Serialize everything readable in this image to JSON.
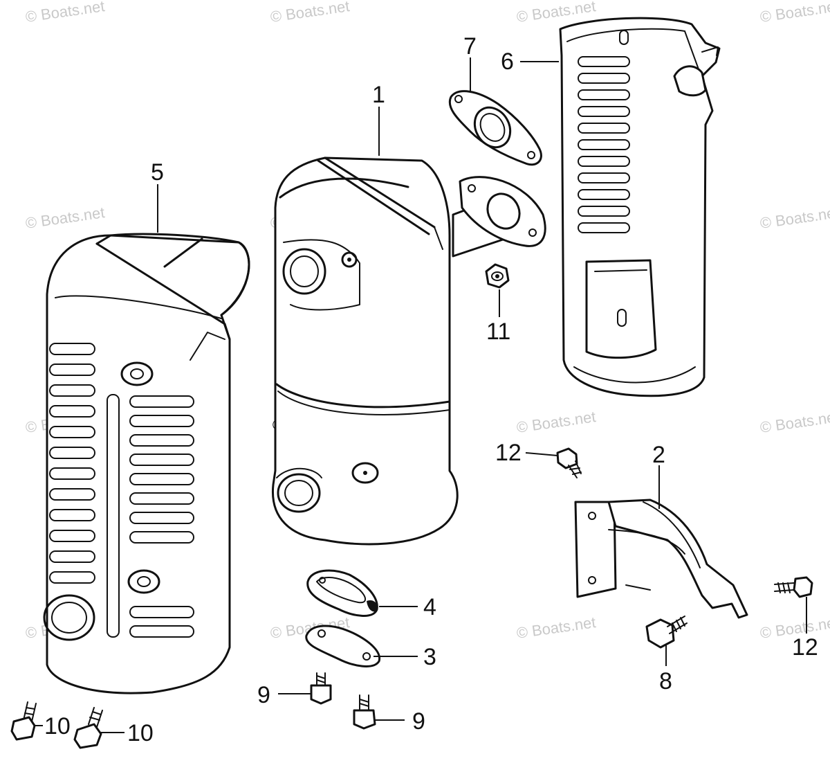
{
  "watermark": "© Boats.net",
  "callouts": {
    "c1": "1",
    "c2": "2",
    "c3": "3",
    "c4": "4",
    "c5": "5",
    "c6": "6",
    "c7": "7",
    "c8": "8",
    "c9a": "9",
    "c9b": "9",
    "c10a": "10",
    "c10b": "10",
    "c11": "11",
    "c12a": "12",
    "c12b": "12"
  }
}
